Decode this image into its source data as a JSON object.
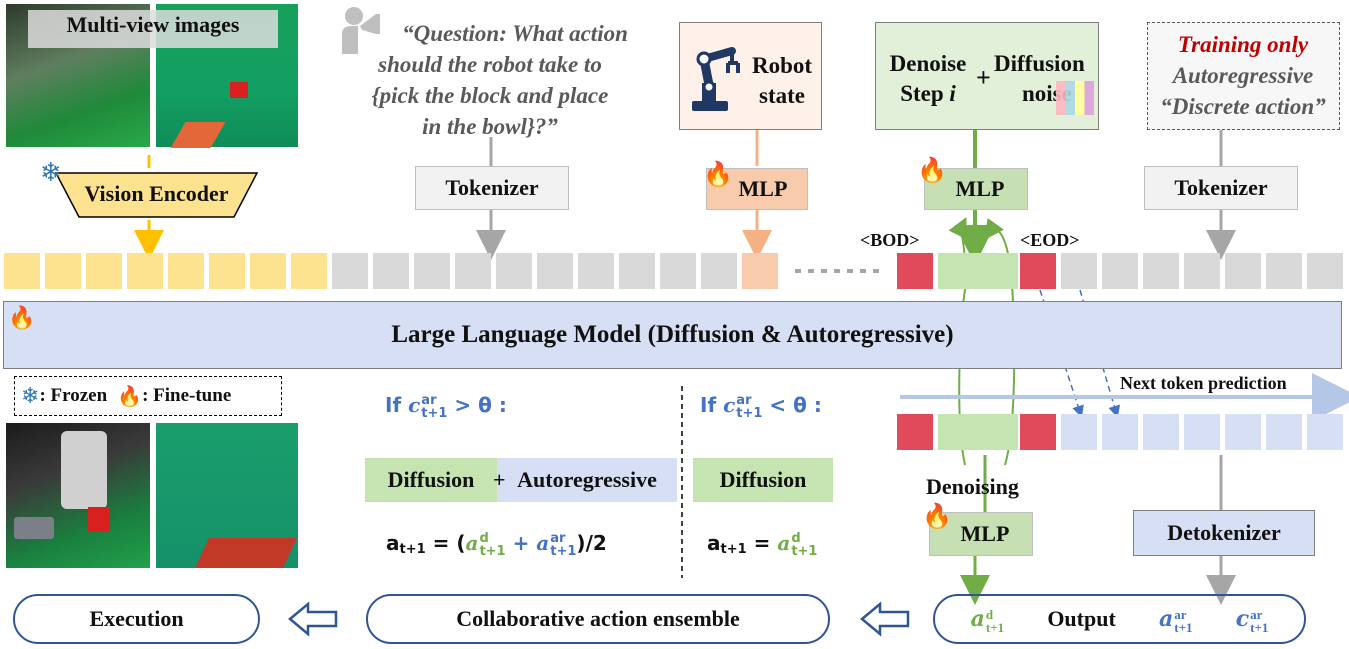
{
  "images": {
    "multiview_label": "Multi-view images"
  },
  "vision_encoder": {
    "label": "Vision Encoder"
  },
  "question": {
    "line1": "“Question: What action",
    "line2": "should the robot take to",
    "line3": "{pick the block and place",
    "line4": "in the bowl}?”"
  },
  "robot_state": {
    "line1": "Robot",
    "line2": "state"
  },
  "denoise": {
    "line1": "Denoise",
    "line2_prefix": "Step ",
    "line2_var": "i",
    "plus": "+",
    "noise1": "Diffusion",
    "noise2": "noise"
  },
  "training_only": {
    "title": "Training only",
    "line1": "Autoregressive",
    "line2": "“Discrete action”"
  },
  "tokenizer_left": {
    "label": "Tokenizer"
  },
  "tokenizer_right": {
    "label": "Tokenizer"
  },
  "mlp_robot": {
    "label": "MLP"
  },
  "mlp_denoise": {
    "label": "MLP"
  },
  "mlp_output": {
    "label": "MLP"
  },
  "markers": {
    "bod": "<BOD>",
    "eod": "<EOD>",
    "dots": "......"
  },
  "llm": {
    "label": "Large Language Model (Diffusion & Autoregressive)"
  },
  "legend": {
    "frozen": ": Frozen",
    "finetune": ": Fine-tune"
  },
  "cond_left": {
    "prefix": "If ",
    "var": "c",
    "sub": "t+1",
    "sup": "ar",
    "op": " > θ :",
    "box_diff": "Diffusion",
    "box_plus": "+",
    "box_ar": "Autoregressive",
    "formula_lhs": "a",
    "formula_lhs_sub": "t+1",
    "formula_eq": " = (",
    "formula_a1": "a",
    "formula_a1_sub": "t+1",
    "formula_a1_sup": "d",
    "formula_plus": " + ",
    "formula_a2": "a",
    "formula_a2_sub": "t+1",
    "formula_a2_sup": "ar",
    "formula_tail": ")/2"
  },
  "cond_right": {
    "prefix": "If ",
    "var": "c",
    "sub": "t+1",
    "sup": "ar",
    "op": " < θ :",
    "box_diff": "Diffusion",
    "formula_lhs": "a",
    "formula_lhs_sub": "t+1",
    "formula_eq": " = ",
    "formula_a1": "a",
    "formula_a1_sub": "t+1",
    "formula_a1_sup": "d"
  },
  "next_token": {
    "label": "Next token prediction"
  },
  "denoising": {
    "label": "Denoising"
  },
  "detokenizer": {
    "label": "Detokenizer"
  },
  "bottom": {
    "execution": "Execution",
    "ensemble": "Collaborative action ensemble",
    "output": "Output",
    "out_a_var": "a",
    "out_a_sup": "d",
    "out_a_sub": "t+1",
    "out_ar_var": "a",
    "out_ar_sup": "ar",
    "out_ar_sub": "t+1",
    "out_c_var": "c",
    "out_c_sup": "ar",
    "out_c_sub": "t+1"
  },
  "colors": {
    "vision": "#fde28f",
    "text_tok": "#d9d9d9",
    "robot": "#f8cbad",
    "marker": "#e04a5a",
    "diffusion": "#c6e4b1",
    "ar_tok": "#d6dff3",
    "llm": "#d6dff3",
    "accent_blue": "#2f5597",
    "accent_green": "#70ad47"
  },
  "icons": [
    "snowflake-icon",
    "flame-icon",
    "robot-arm-icon",
    "speaker-icon",
    "arrow-left-icon"
  ]
}
